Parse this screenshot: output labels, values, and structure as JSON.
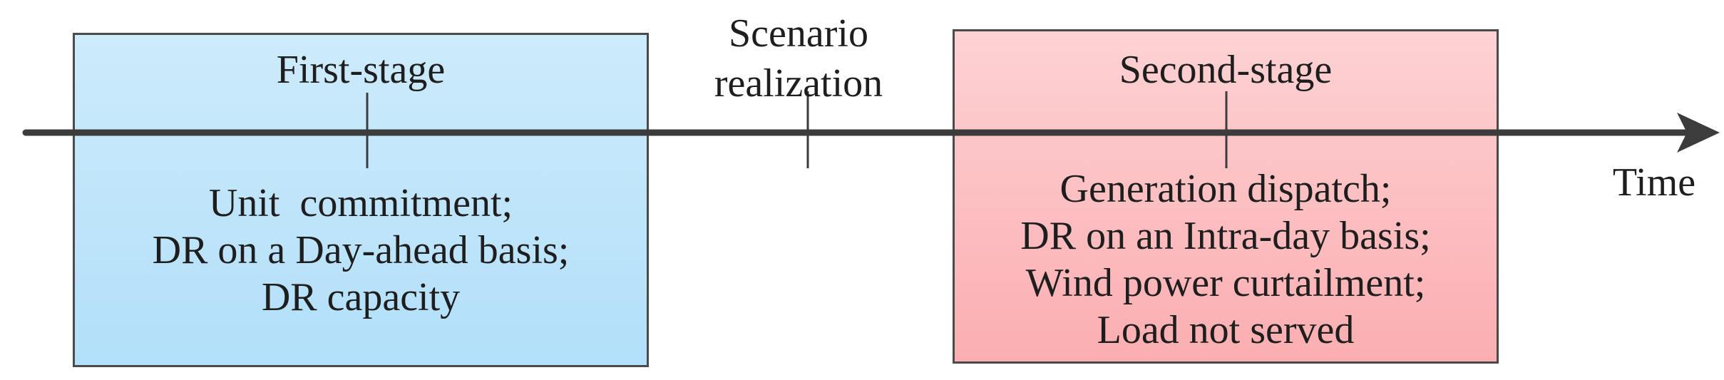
{
  "stages": {
    "first": {
      "title": "First-stage",
      "lines": [
        "Unit  commitment;",
        "DR on a Day-ahead basis;",
        "DR capacity"
      ]
    },
    "scenario": {
      "lines": [
        "Scenario",
        "realization"
      ]
    },
    "second": {
      "title": "Second-stage",
      "lines": [
        "Generation dispatch;",
        "DR on an Intra-day basis;",
        "Wind power curtailment;",
        "Load not served"
      ]
    }
  },
  "axis": {
    "label": "Time"
  },
  "colors": {
    "first_fill_top": "#cdebfb",
    "first_fill_bottom": "#b2dffa",
    "second_fill_top": "#fdd2d4",
    "second_fill_bottom": "#fbaeb1",
    "axis": "#3c3c3c",
    "border": "#4a4a4a",
    "text": "#1e1e1e"
  }
}
